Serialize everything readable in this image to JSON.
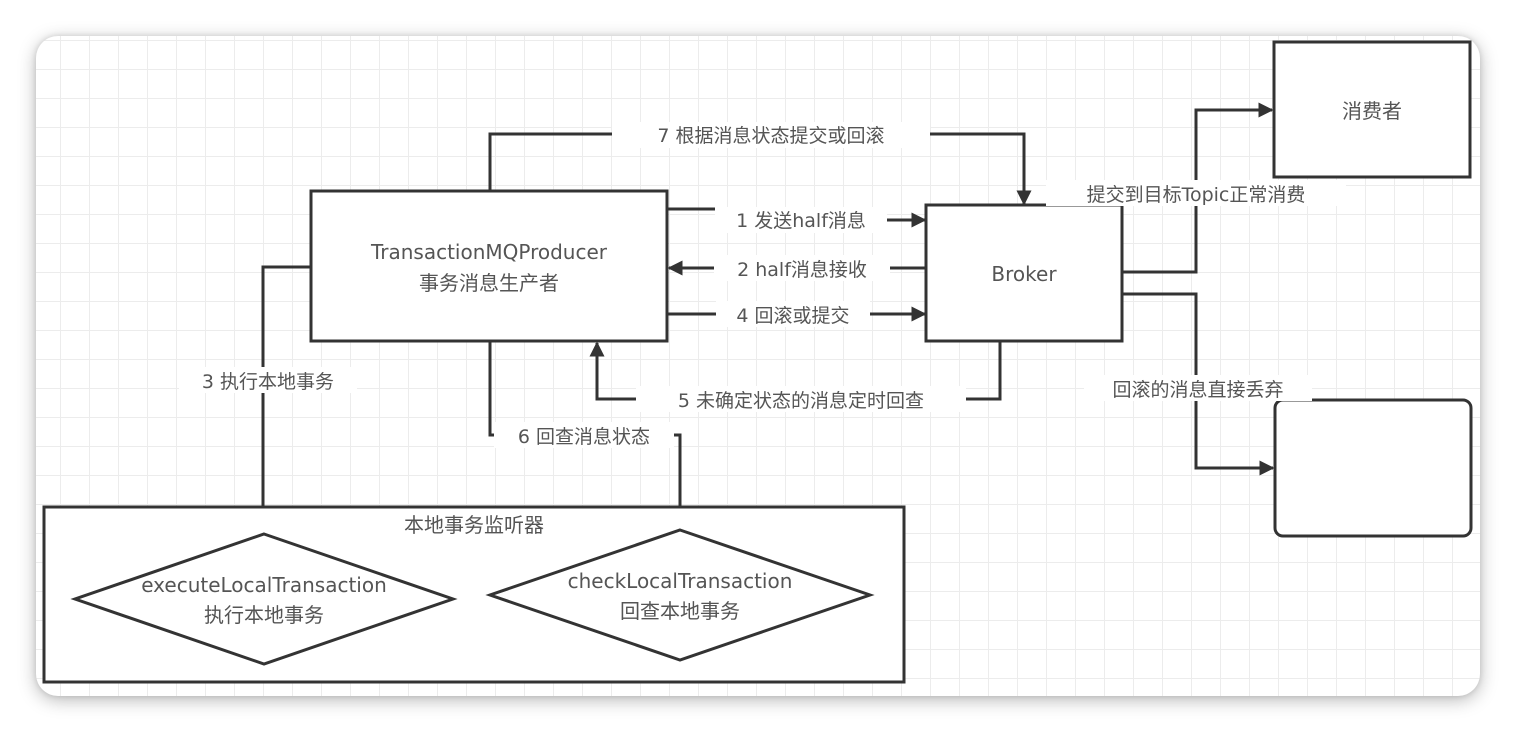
{
  "diagram": {
    "nodes": {
      "producer": {
        "line1": "TransactionMQProducer",
        "line2": "事务消息生产者"
      },
      "broker": {
        "label": "Broker"
      },
      "consumer": {
        "label": "消费者"
      },
      "discard": {
        "label": ""
      },
      "listener": {
        "title": "本地事务监听器"
      },
      "execute": {
        "line1": "executeLocalTransaction",
        "line2": "执行本地事务"
      },
      "check": {
        "line1": "checkLocalTransaction",
        "line2": "回查本地事务"
      }
    },
    "edges": {
      "e1": "1 发送half消息",
      "e2": "2 half消息接收",
      "e3": "3 执行本地事务",
      "e4": "4 回滚或提交",
      "e5": "5 未确定状态的消息定时回查",
      "e6": "6 回查消息状态",
      "e7": "7 根据消息状态提交或回滚",
      "commit": "提交到目标Topic正常消费",
      "rollback": "回滚的消息直接丢弃"
    },
    "colors": {
      "stroke": "#333333",
      "text": "#555555",
      "grid": "#ececec"
    }
  }
}
